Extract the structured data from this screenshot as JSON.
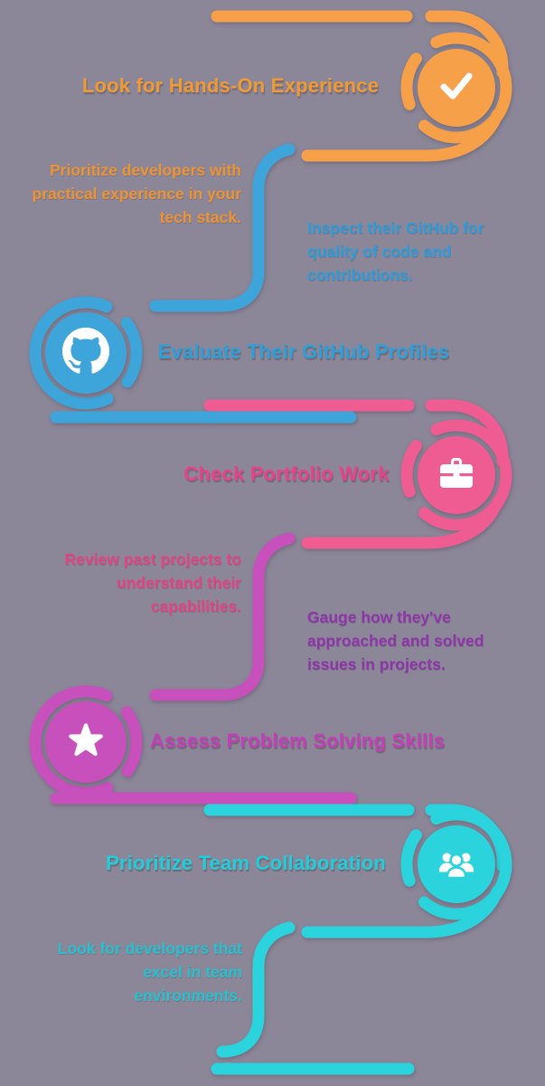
{
  "background_color": "#8B8698",
  "steps": [
    {
      "title": "Look for Hands-On Experience",
      "description": "Prioritize developers with practical experience in your tech stack.",
      "color": "#F6A04A",
      "title_color": "#F09A35",
      "description_color": "#EC9434",
      "icon": "check-icon",
      "side": "right"
    },
    {
      "title": "Evaluate Their GitHub Profiles",
      "description": "Inspect their GitHub for quality of code and contributions.",
      "color": "#3EA5DB",
      "title_color": "#2D9FD9",
      "description_color": "#2D9CD8",
      "icon": "github-icon",
      "side": "left"
    },
    {
      "title": "Check Portfolio Work",
      "description": "Review past projects to understand their capabilities.",
      "color": "#EF5C92",
      "title_color": "#E8428A",
      "description_color": "#E04582",
      "icon": "briefcase-icon",
      "side": "right"
    },
    {
      "title": "Assess Problem Solving Skills",
      "description": "Gauge how they've approached and solved issues in projects.",
      "color": "#C750BD",
      "title_color": "#C33FB8",
      "description_color": "#8E35A8",
      "icon": "star-icon",
      "side": "left"
    },
    {
      "title": "Prioritize Team Collaboration",
      "description": "Look for developers that excel in team environments.",
      "color": "#2BD3DC",
      "title_color": "#1FCEDA",
      "description_color": "#27C0CE",
      "icon": "people-icon",
      "side": "right"
    }
  ]
}
